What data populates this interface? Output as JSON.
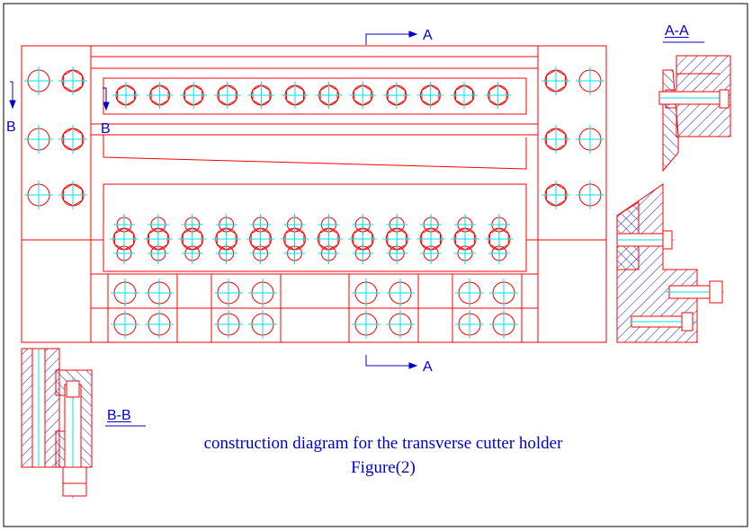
{
  "drawing": {
    "caption": "construction diagram for the transverse cutter holder",
    "figure": "Figure(2)",
    "section_a_top": "A",
    "section_a_bottom": "A",
    "section_b_left": "B",
    "section_b_inner": "B",
    "view_aa_title": "A-A",
    "view_bb_title": "B-B"
  },
  "colors": {
    "outline": "#ff0000",
    "centerline": "#00e0e0",
    "text": "#0000cc",
    "frame": "#000000"
  },
  "icons": [
    "hex-bolt-icon",
    "section-arrow-icon"
  ]
}
